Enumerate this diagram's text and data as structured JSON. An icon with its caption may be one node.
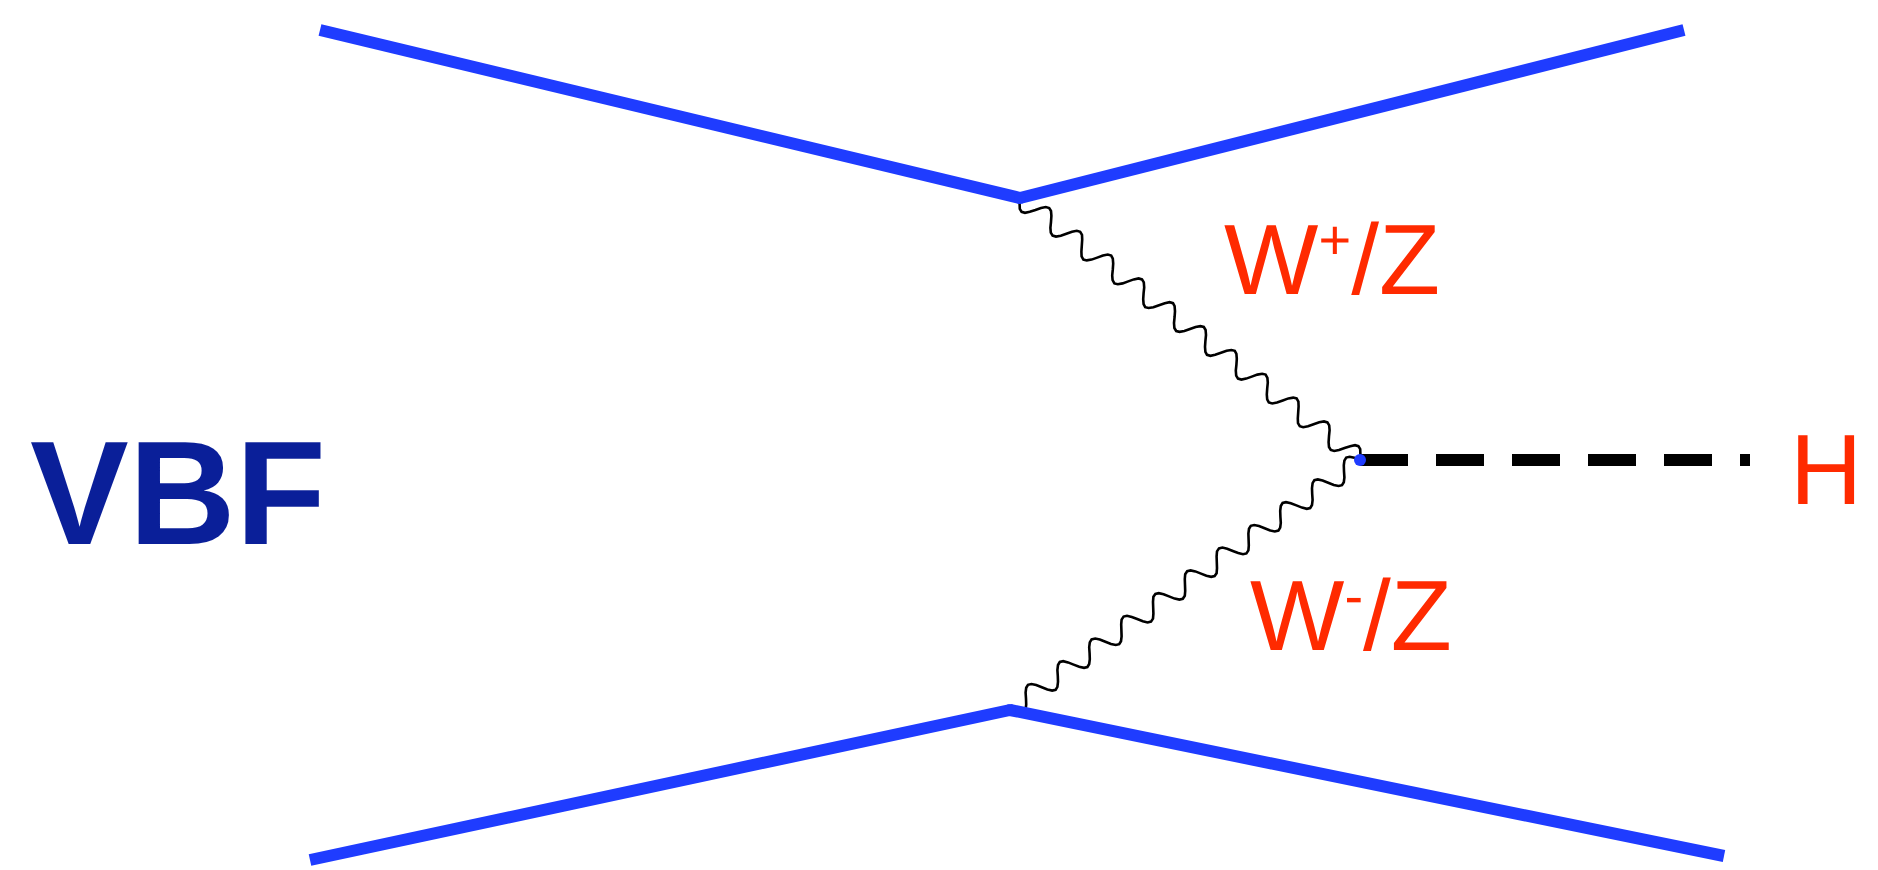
{
  "diagram": {
    "title": "VBF",
    "nodes": [
      {
        "text": [],
        "shape": "point"
      },
      {
        "text": [],
        "shape": "point"
      },
      {
        "text": [
          "H"
        ]
      },
      {
        "text": [],
        "shape": "point"
      }
    ],
    "edges": [
      {
        "from": null,
        "to": 0,
        "arrow": "none"
      },
      {
        "from": 0,
        "to": null,
        "arrow": "none"
      },
      {
        "from": 0,
        "to": 1,
        "arrow": "none",
        "label": "W$^{+}$/Z",
        "color": "#000000"
      },
      {
        "from": 3,
        "to": 1,
        "arrow": "none",
        "label": "W$^{-}$/Z",
        "color": "#000000"
      },
      {
        "from": 1,
        "to": 2,
        "arrow": "none",
        "style": "dashed",
        "color": "#000000"
      },
      {
        "from": null,
        "to": 3,
        "arrow": "none"
      },
      {
        "from": 3,
        "to": null,
        "arrow": "none"
      }
    ]
  }
}
